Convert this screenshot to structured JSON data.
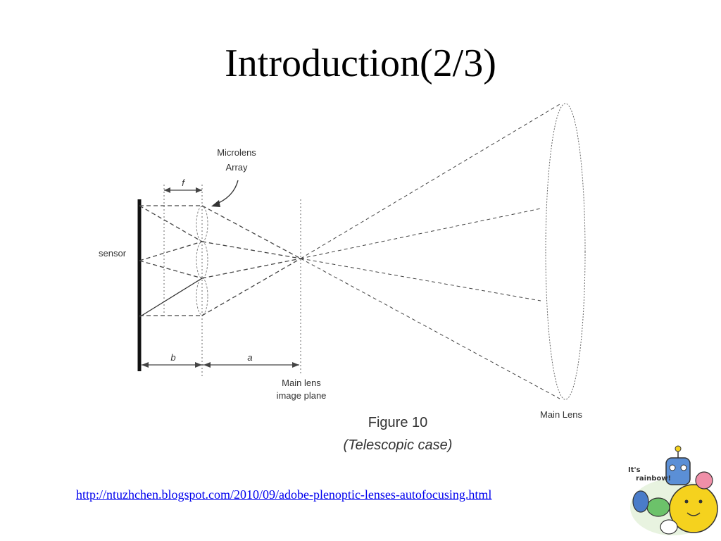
{
  "slide": {
    "title": "Introduction(2/3)"
  },
  "figure": {
    "labels": {
      "sensor": "sensor",
      "microlens_line1": "Microlens",
      "microlens_line2": "Array",
      "f": "f",
      "b": "b",
      "a": "a",
      "image_plane_line1": "Main lens",
      "image_plane_line2": "image plane",
      "main_lens": "Main Lens"
    },
    "caption_line1": "Figure 10",
    "caption_line2": "(Telescopic case)"
  },
  "source": {
    "link": "http://ntuzhchen.blogspot.com/2010/09/adobe-plenoptic-lenses-autofocusing.html"
  },
  "sticker": {
    "line1": "It's",
    "line2": "rainbow!"
  },
  "colors": {
    "link": "#0000ee",
    "diagram_line": "#444444",
    "sticker_yellow": "#f5d21e",
    "sticker_blue": "#5b8fd6",
    "sticker_green": "#6cc26a",
    "sticker_pink": "#ef8fa8"
  }
}
